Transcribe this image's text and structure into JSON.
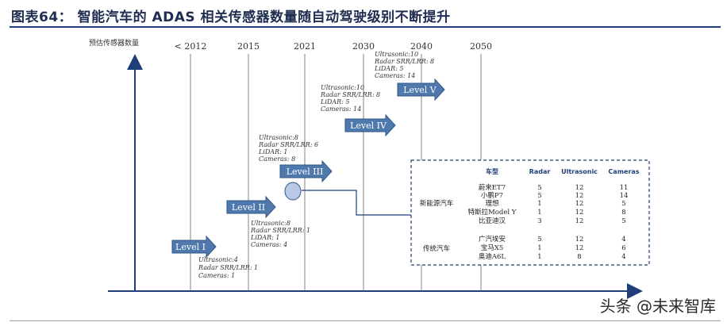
{
  "title": "图表64： 智能汽车的 ADAS 相关传感器数量随自动驾驶级别不断提升",
  "y_axis_label": "预估传感器数量",
  "years": [
    "< 2012",
    "2015",
    "2021",
    "2030",
    "2040",
    "2050"
  ],
  "levels": [
    {
      "label": "Level I",
      "specs": [
        "Ultrasonic:4",
        "Radar SRR/LRR: 1",
        "Cameras: 1"
      ]
    },
    {
      "label": "Level II",
      "specs": [
        "Ultrasonic:8",
        "Radar SRR/LRR: 1",
        "LiDAR: 1",
        "Cameras: 4"
      ]
    },
    {
      "label": "Level III",
      "specs": [
        "Ultrasonic:8",
        "Radar SRR/LRR: 6",
        "LiDAR: 1",
        "Cameras: 8"
      ]
    },
    {
      "label": "Level IV",
      "specs": [
        "Ultrasonic:10",
        "Radar SRR/LRR: 8",
        "LiDAR: 5",
        "Cameras: 14"
      ]
    },
    {
      "label": "Level V",
      "specs": [
        "Ultrasonic:10",
        "Radar SRR/LRR: 8",
        "LiDAR: 5",
        "Cameras: 14"
      ]
    }
  ],
  "table": {
    "headers": [
      "车型",
      "Radar",
      "Ultrasonic",
      "Cameras"
    ],
    "groups": [
      {
        "category": "新能源汽车",
        "rows": [
          {
            "model": "蔚来ET7",
            "radar": "5",
            "ultrasonic": "12",
            "cameras": "11"
          },
          {
            "model": "小鹏P7",
            "radar": "5",
            "ultrasonic": "12",
            "cameras": "14"
          },
          {
            "model": "理想",
            "radar": "1",
            "ultrasonic": "12",
            "cameras": "5"
          },
          {
            "model": "特斯拉Model Y",
            "radar": "1",
            "ultrasonic": "12",
            "cameras": "8"
          },
          {
            "model": "比亚迪汉",
            "radar": "3",
            "ultrasonic": "12",
            "cameras": "5"
          }
        ]
      },
      {
        "category": "传统汽车",
        "rows": [
          {
            "model": "广汽埃安",
            "radar": "5",
            "ultrasonic": "12",
            "cameras": "4"
          },
          {
            "model": "宝马X5",
            "radar": "1",
            "ultrasonic": "12",
            "cameras": "6"
          },
          {
            "model": "奥迪A6L",
            "radar": "1",
            "ultrasonic": "8",
            "cameras": "4"
          }
        ]
      }
    ]
  },
  "watermark": "头条 @未来智库",
  "colors": {
    "arrow_fill": "#4f79ad",
    "arrow_stroke": "#2f5686",
    "axis": "#1f3f7a",
    "title": "#1f2d50",
    "circle": "#b8c8e6"
  }
}
